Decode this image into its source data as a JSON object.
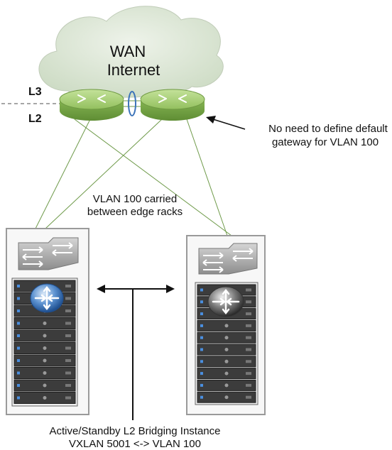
{
  "cloud": {
    "line1": "WAN",
    "line2": "Internet"
  },
  "layers": {
    "l3": "L3",
    "l2": "L2"
  },
  "annotation": {
    "line1": "No need to define default",
    "line2": "gateway for VLAN 100"
  },
  "vlan_note": {
    "line1": "VLAN 100 carried",
    "line2": "between edge racks"
  },
  "caption": {
    "line1": "Active/Standby L2 Bridging Instance",
    "line2": "VXLAN 5001 <-> VLAN 100"
  },
  "colors": {
    "cloud": "#d2dfca",
    "router_top": "#a8cf7a",
    "router_side": "#7bab4a",
    "bridge_active": "#3b73b9",
    "bridge_standby": "#555555",
    "rack_frame": "#9a9a9a",
    "server_unit": "#3c3c3c"
  }
}
